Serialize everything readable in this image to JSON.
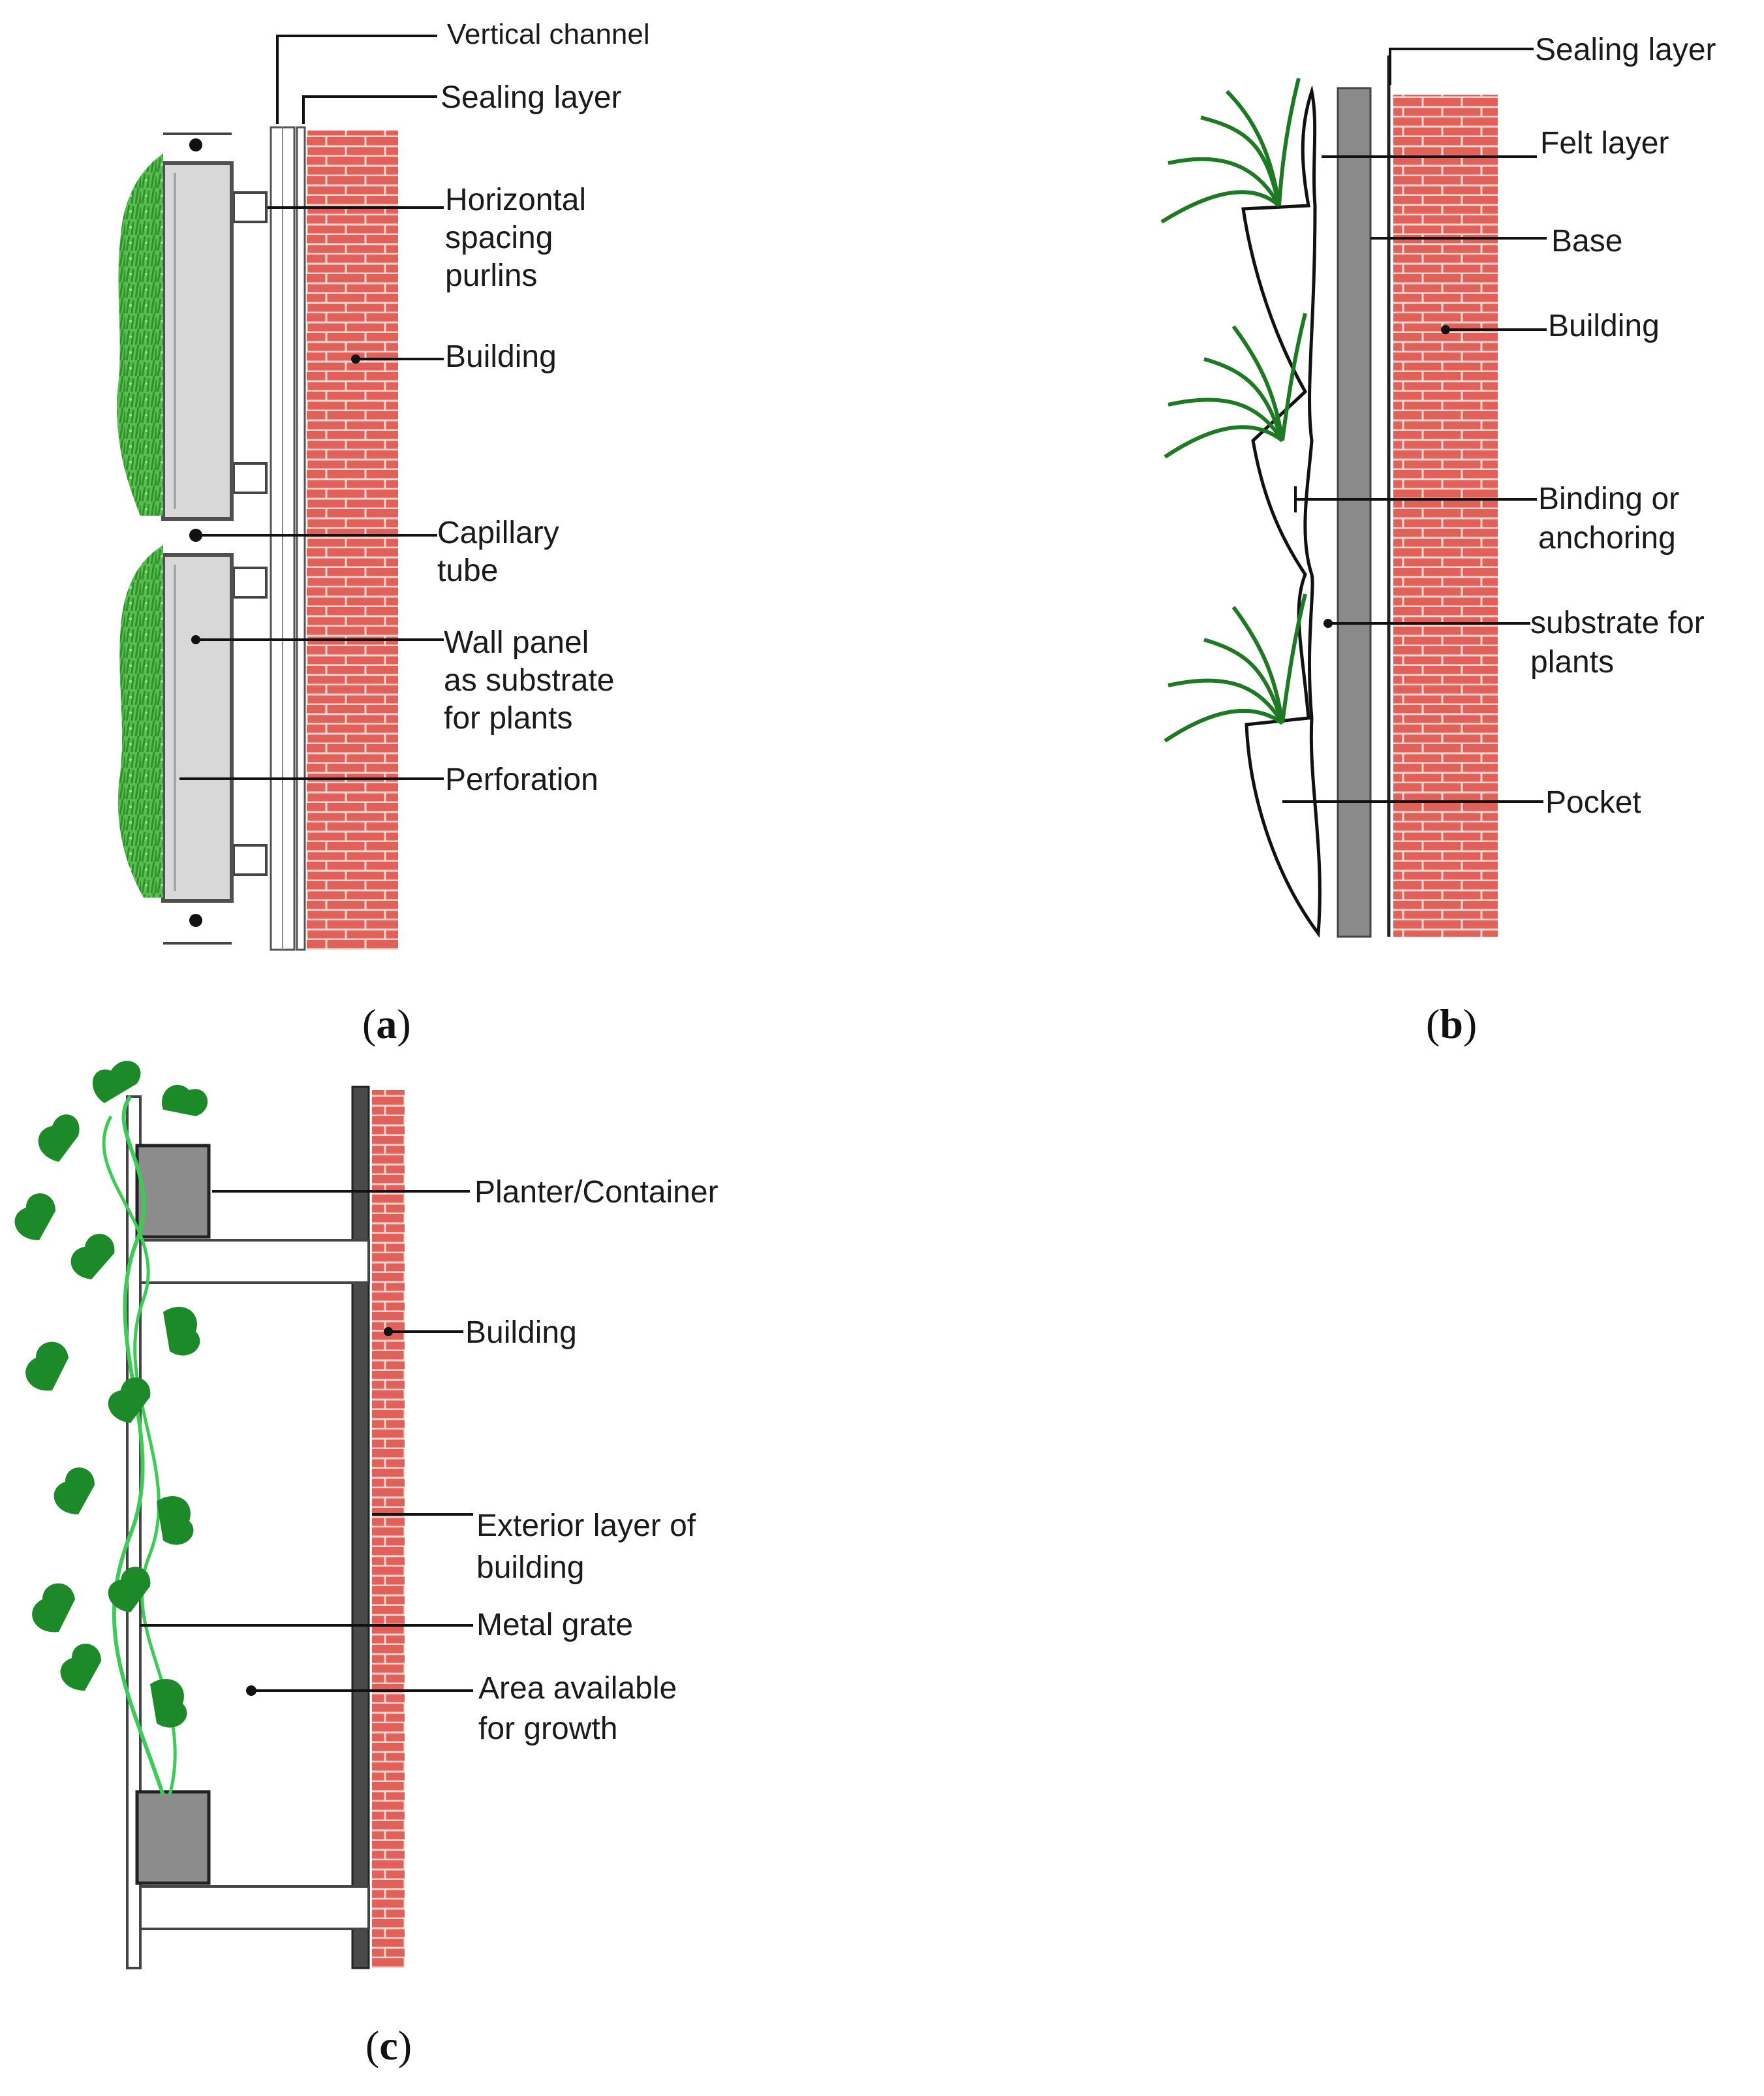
{
  "colors": {
    "brick": "#e0605a",
    "mortar": "#f6d9d2",
    "panel": "#d8d8d8",
    "frame": "#505050",
    "grass": "#3cae3c",
    "leaf": "#1d8a2a",
    "base": "#8a8a8a",
    "planter": "#8c8c8c",
    "text": "#1a1a1a"
  },
  "panel_a": {
    "caption_open": "(",
    "caption_letter": "a",
    "caption_close": ")",
    "labels": {
      "vertical_channel": "Vertical channel",
      "sealing_layer": "Sealing layer",
      "horizontal_1": "Horizontal",
      "horizontal_2": "spacing",
      "horizontal_3": "purlins",
      "building": "Building",
      "capillary_1": "Capillary",
      "capillary_2": "tube",
      "wall_panel_1": "Wall panel",
      "wall_panel_2": "as substrate",
      "wall_panel_3": "for plants",
      "perforation": "Perforation"
    }
  },
  "panel_b": {
    "caption_open": "(",
    "caption_letter": "b",
    "caption_close": ")",
    "labels": {
      "sealing_layer": "Sealing layer",
      "felt_layer": "Felt layer",
      "base": "Base",
      "building": "Building",
      "binding_1": "Binding or",
      "binding_2": "anchoring",
      "substrate_1": "substrate for",
      "substrate_2": "plants",
      "pocket": "Pocket"
    }
  },
  "panel_c": {
    "caption_open": "(",
    "caption_letter": "c",
    "caption_close": ")",
    "labels": {
      "planter": "Planter/Container",
      "building": "Building",
      "exterior_1": "Exterior layer of",
      "exterior_2": "building",
      "metal_grate": "Metal grate",
      "area_1": "Area available",
      "area_2": "for growth"
    }
  }
}
